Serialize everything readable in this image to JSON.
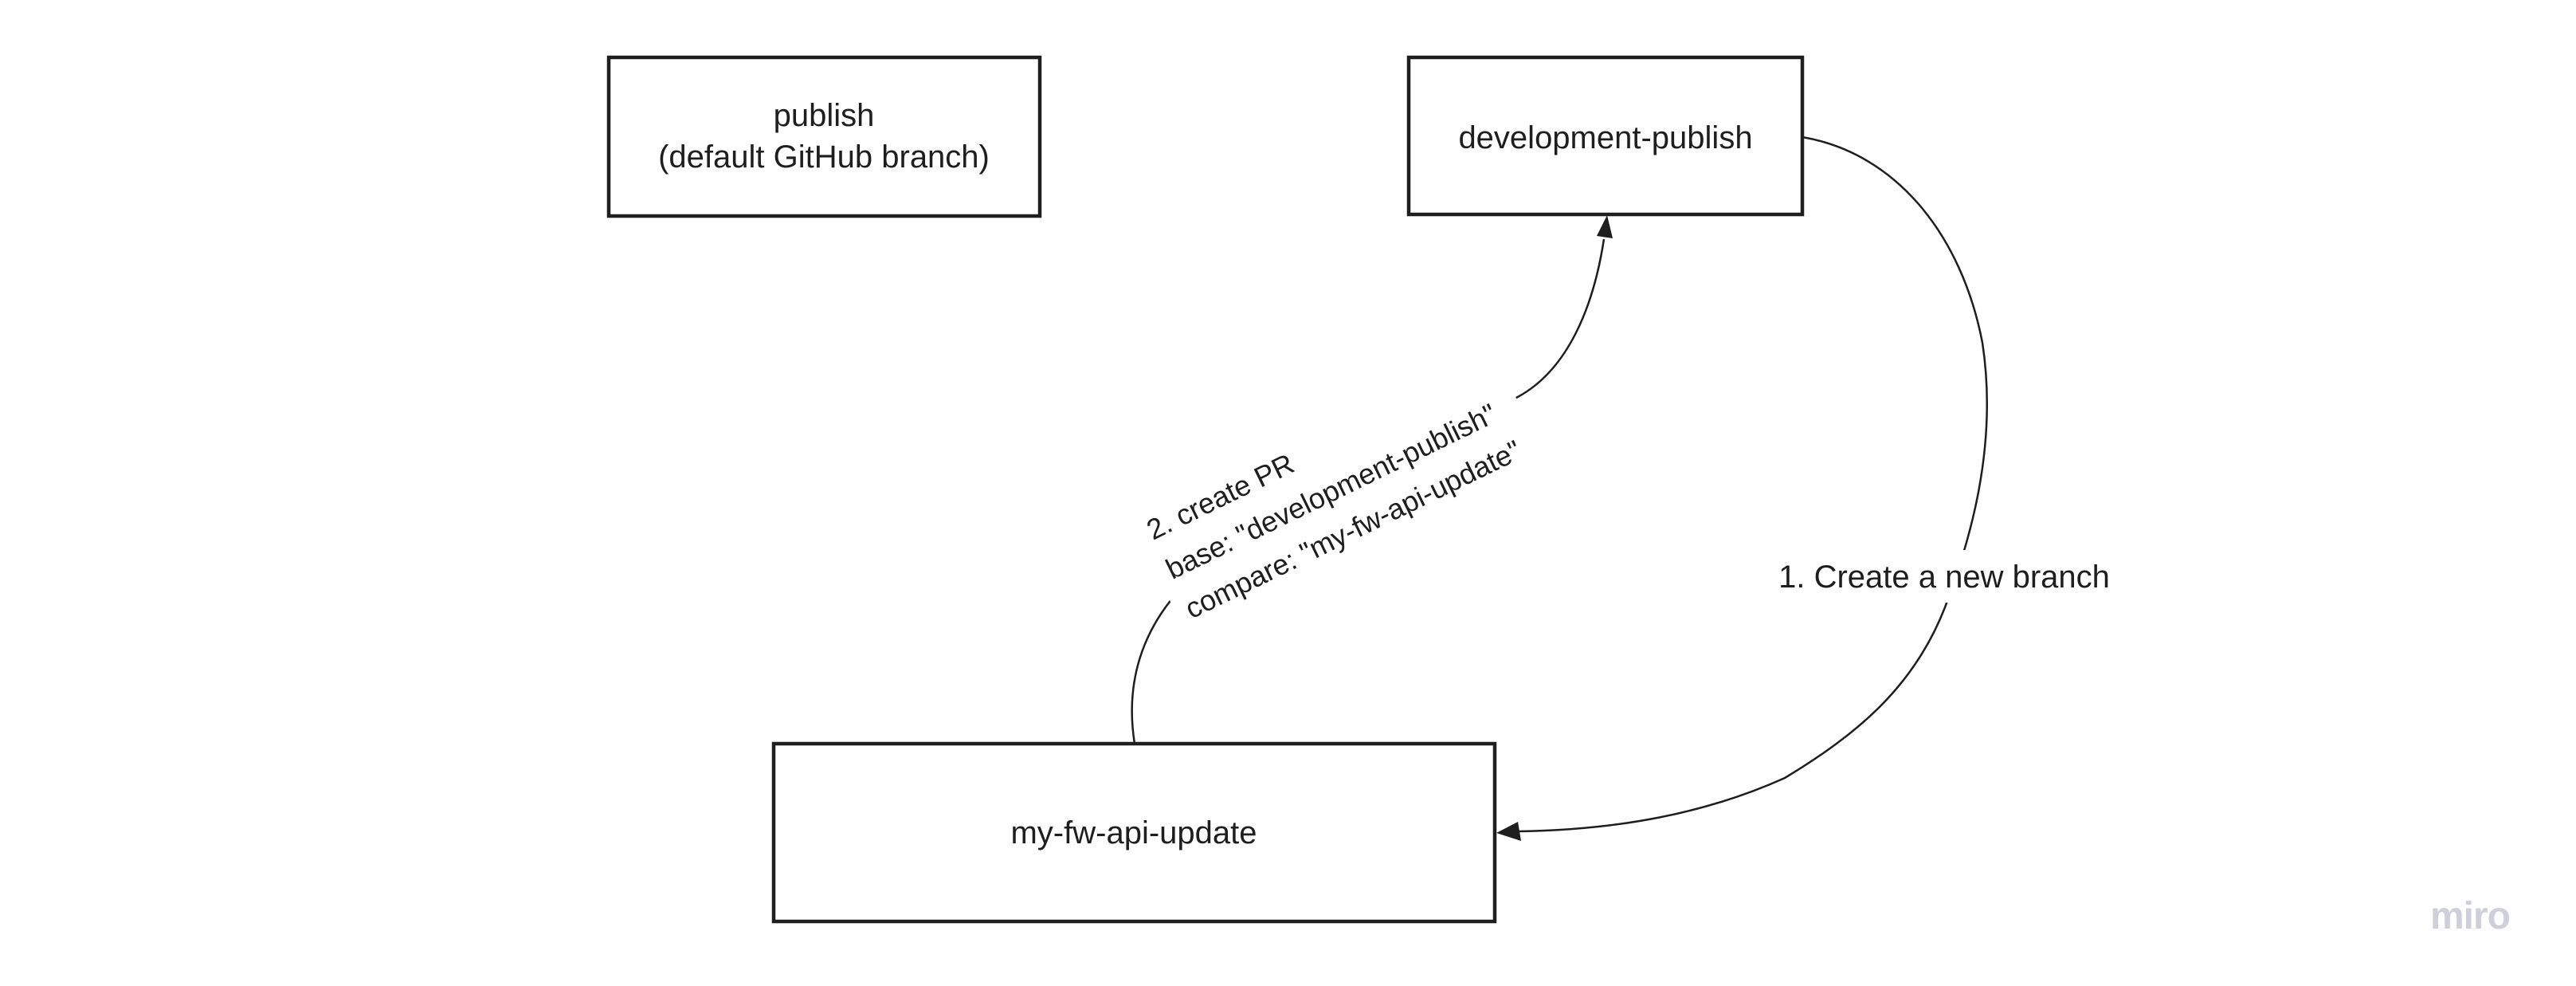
{
  "app": {
    "watermark": "miro"
  },
  "colors": {
    "background": "#ffffff",
    "ink": "#1e1e1e",
    "watermark": "#cfcfda"
  },
  "nodes": {
    "publish": {
      "line1": "publish",
      "line2": "(default GitHub branch)"
    },
    "development_publish": {
      "label": "development-publish"
    },
    "my_fw_api_update": {
      "label": "my-fw-api-update"
    }
  },
  "connectors": {
    "create_branch": {
      "label": "1. Create a new branch",
      "from": "development-publish",
      "to": "my-fw-api-update"
    },
    "create_pr": {
      "line1": "2. create PR",
      "line2": "base: \"development-publish\"",
      "line3": "compare: \"my-fw-api-update\"",
      "from": "my-fw-api-update",
      "to": "development-publish"
    }
  }
}
